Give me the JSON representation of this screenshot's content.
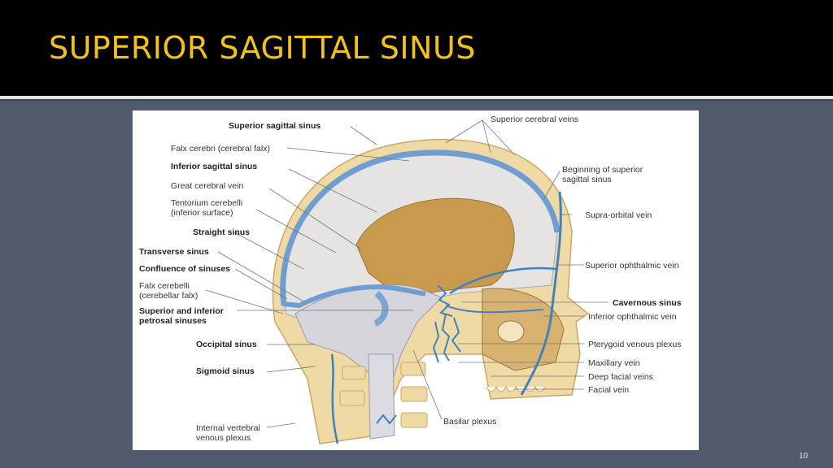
{
  "slide": {
    "title": "SUPERIOR SAGITTAL SINUS",
    "page_number": "10",
    "colors": {
      "header_bg": "#000000",
      "title": "#f2c21a",
      "slide_bg": "#525a6e",
      "vein_blue": "#3f82c0",
      "bone": "#efd9a4",
      "brain_cavity": "#c99a4e"
    }
  },
  "diagram": {
    "labels_left": [
      {
        "text": "Superior sagittal sinus",
        "bold": true
      },
      {
        "text": "Falx cerebri (cerebral falx)",
        "bold": false
      },
      {
        "text": "Inferior sagittal sinus",
        "bold": true
      },
      {
        "text": "Great cerebral vein",
        "bold": false
      },
      {
        "text": "Tentorium cerebelli",
        "bold": false
      },
      {
        "text": "(inferior surface)",
        "bold": false
      },
      {
        "text": "Straight sinus",
        "bold": true
      },
      {
        "text": "Transverse sinus",
        "bold": true
      },
      {
        "text": "Confluence of sinuses",
        "bold": true
      },
      {
        "text": "Falx cerebelli",
        "bold": false
      },
      {
        "text": "(cerebellar falx)",
        "bold": false
      },
      {
        "text": "Superior and inferior",
        "bold": true
      },
      {
        "text": "petrosal sinuses",
        "bold": true
      },
      {
        "text": "Occipital sinus",
        "bold": true
      },
      {
        "text": "Sigmoid sinus",
        "bold": true
      },
      {
        "text": "Internal vertebral",
        "bold": false
      },
      {
        "text": "venous plexus",
        "bold": false
      }
    ],
    "labels_right": [
      {
        "text": "Superior cerebral veins",
        "bold": false
      },
      {
        "text": "Beginning of superior",
        "bold": false
      },
      {
        "text": "sagittal sinus",
        "bold": false
      },
      {
        "text": "Supra-orbital vein",
        "bold": false
      },
      {
        "text": "Superior ophthalmic vein",
        "bold": false
      },
      {
        "text": "Cavernous sinus",
        "bold": true
      },
      {
        "text": "Inferior ophthalmic vein",
        "bold": false
      },
      {
        "text": "Pterygoid venous plexus",
        "bold": false
      },
      {
        "text": "Maxillary vein",
        "bold": false
      },
      {
        "text": "Deep facial veins",
        "bold": false
      },
      {
        "text": "Facial vein",
        "bold": false
      }
    ],
    "labels_bottom": [
      {
        "text": "Basilar plexus",
        "bold": false
      }
    ]
  }
}
